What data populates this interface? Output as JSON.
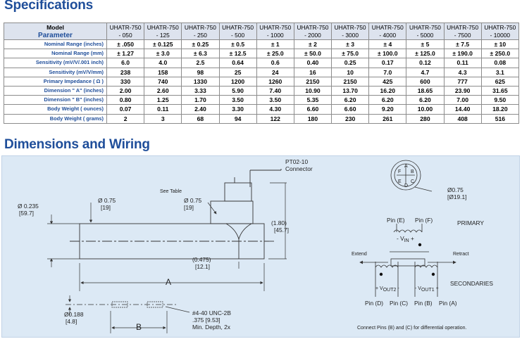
{
  "headings": {
    "specifications": "Specifications",
    "dimensions": "Dimensions and Wiring"
  },
  "table": {
    "corner_model": "Model",
    "corner_parameter": "Parameter",
    "models": [
      [
        "UHATR-750",
        "- 050"
      ],
      [
        "UHATR-750",
        "- 125"
      ],
      [
        "UHATR-750",
        "- 250"
      ],
      [
        "UHATR-750",
        "- 500"
      ],
      [
        "UHATR-750",
        "- 1000"
      ],
      [
        "UHATR-750",
        "- 2000"
      ],
      [
        "UHATR-750",
        "- 3000"
      ],
      [
        "UHATR-750",
        "- 4000"
      ],
      [
        "UHATR-750",
        "- 5000"
      ],
      [
        "UHATR-750",
        "- 7500"
      ],
      [
        "UHATR-750",
        "- 10000"
      ]
    ],
    "rows": [
      {
        "label": "Nominal Range (inches)",
        "values": [
          "± .050",
          "± 0.125",
          "± 0.25",
          "± 0.5",
          "± 1",
          "± 2",
          "± 3",
          "± 4",
          "± 5",
          "± 7.5",
          "± 10"
        ]
      },
      {
        "label": "Nominal Range (mm)",
        "values": [
          "± 1.27",
          "± 3.0",
          "± 6.3",
          "± 12.5",
          "± 25.0",
          "± 50.0",
          "± 75.0",
          "± 100.0",
          "± 125.0",
          "± 190.0",
          "± 250.0"
        ]
      },
      {
        "label": "Sensitivity (mV/V/.001 inch)",
        "values": [
          "6.0",
          "4.0",
          "2.5",
          "0.64",
          "0.6",
          "0.40",
          "0.25",
          "0.17",
          "0.12",
          "0.11",
          "0.08"
        ]
      },
      {
        "label": "Sensitivity (mV/V/mm)",
        "values": [
          "238",
          "158",
          "98",
          "25",
          "24",
          "16",
          "10",
          "7.0",
          "4.7",
          "4.3",
          "3.1"
        ]
      },
      {
        "label": "Primary Impedance ( Ω )",
        "values": [
          "330",
          "740",
          "1330",
          "1200",
          "1260",
          "2150",
          "2150",
          "425",
          "600",
          "777",
          "625"
        ]
      },
      {
        "label": "Dimension \" A\" (inches)",
        "values": [
          "2.00",
          "2.60",
          "3.33",
          "5.90",
          "7.40",
          "10.90",
          "13.70",
          "16.20",
          "18.65",
          "23.90",
          "31.65"
        ]
      },
      {
        "label": "Dimension \" B\" (inches)",
        "values": [
          "0.80",
          "1.25",
          "1.70",
          "3.50",
          "3.50",
          "5.35",
          "6.20",
          "6.20",
          "6.20",
          "7.00",
          "9.50"
        ]
      },
      {
        "label": "Body Weight ( ounces)",
        "values": [
          "0.07",
          "0.11",
          "2.40",
          "3.30",
          "4.30",
          "6.60",
          "6.60",
          "9.20",
          "10.00",
          "14.40",
          "18.20"
        ]
      },
      {
        "label": "Body Weight ( grams)",
        "values": [
          "2",
          "3",
          "68",
          "94",
          "122",
          "180",
          "230",
          "261",
          "280",
          "408",
          "516"
        ]
      }
    ]
  },
  "diagram": {
    "connector_line1": "PT02-10",
    "connector_line2": "Connector",
    "see_table": "See Table",
    "d0235_a": "Ø 0.235",
    "d0235_b": "[59.7]",
    "d075_left_a": "Ø 0.75",
    "d075_left_b": "[19]",
    "d075_mid_a": "Ø 0.75",
    "d075_mid_b": "[19]",
    "d180_a": "(1.80)",
    "d180_b": "[45.7]",
    "d0475_a": "(0.475)",
    "d0475_b": "[12.1]",
    "dim_a": "A",
    "dim_b": "B",
    "d0188_a": "Ø0.188",
    "d0188_b": "[4.8]",
    "thread_1": "#4-40 UNC-2B",
    "thread_2": ".375 [9.53]",
    "thread_3": "Min. Depth, 2x",
    "pin_face_a": "Ø0.75",
    "pin_face_b": "[Ø19.1]",
    "pin_letters": [
      "A",
      "B",
      "C",
      "D",
      "E",
      "F"
    ],
    "pin_e": "Pin (E)",
    "pin_f": "Pin (F)",
    "primary": "PRIMARY",
    "vin": "V",
    "vin_sub": "IN",
    "extend": "Extend",
    "retract": "Retract",
    "secondaries": "SECONDARIES",
    "vout2": "V",
    "vout2_sub": "OUT2",
    "vout1": "V",
    "vout1_sub": "OUT1",
    "pin_d": "Pin (D)",
    "pin_c": "Pin (C)",
    "pin_b": "Pin (B)",
    "pin_a": "Pin (A)",
    "note": "Connect Pins (B) and (C) for differential operation."
  }
}
